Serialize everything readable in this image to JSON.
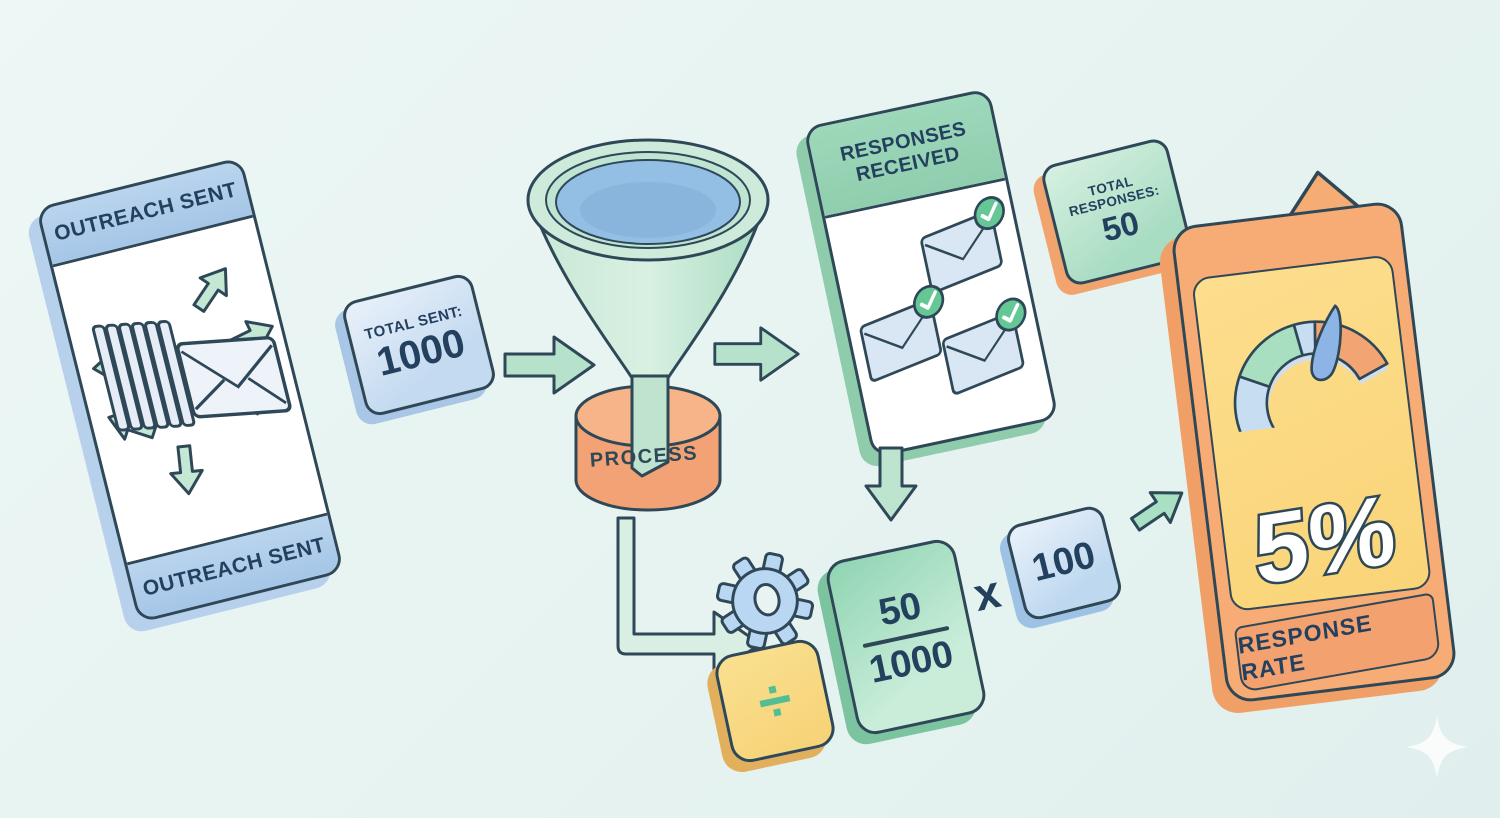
{
  "outreach_card": {
    "top_label": "OUTREACH SENT",
    "bottom_label": "OUTREACH SENT"
  },
  "total_sent_badge": {
    "label": "TOTAL SENT:",
    "value": "1000"
  },
  "process": {
    "label": "PROCESS"
  },
  "responses_card": {
    "label": "RESPONSES RECEIVED"
  },
  "total_responses_badge": {
    "label": "TOTAL RESPONSES:",
    "value": "50"
  },
  "formula": {
    "divide_symbol": "÷",
    "numerator": "50",
    "denominator": "1000",
    "multiply_symbol": "x",
    "multiplier": "100"
  },
  "result_card": {
    "value": "5%",
    "label": "RESPONSE RATE"
  },
  "colors": {
    "background": "#e6f3f1",
    "outline_navy": "#2f4858",
    "text_navy": "#24405f",
    "card_blue": "#aecbe9",
    "card_green": "#9ed8ba",
    "accent_orange": "#f4a97c",
    "accent_yellow": "#f9d77e",
    "arrow_green": "#bce4cf",
    "liquid_blue": "#93bfe4",
    "divide_green": "#54bd93"
  },
  "icons": {
    "envelope_stack_icon": "✉",
    "envelope_check_icon": "✉✓",
    "funnel_icon": "funnel-shape",
    "process_cylinder_icon": "cylinder-shape",
    "gear_icon": "⚙",
    "divide_icon": "÷",
    "gauge_icon": "gauge-shape",
    "arrow_icon": "→",
    "up_arrow_icon": "↑",
    "sparkle_icon": "✦"
  }
}
